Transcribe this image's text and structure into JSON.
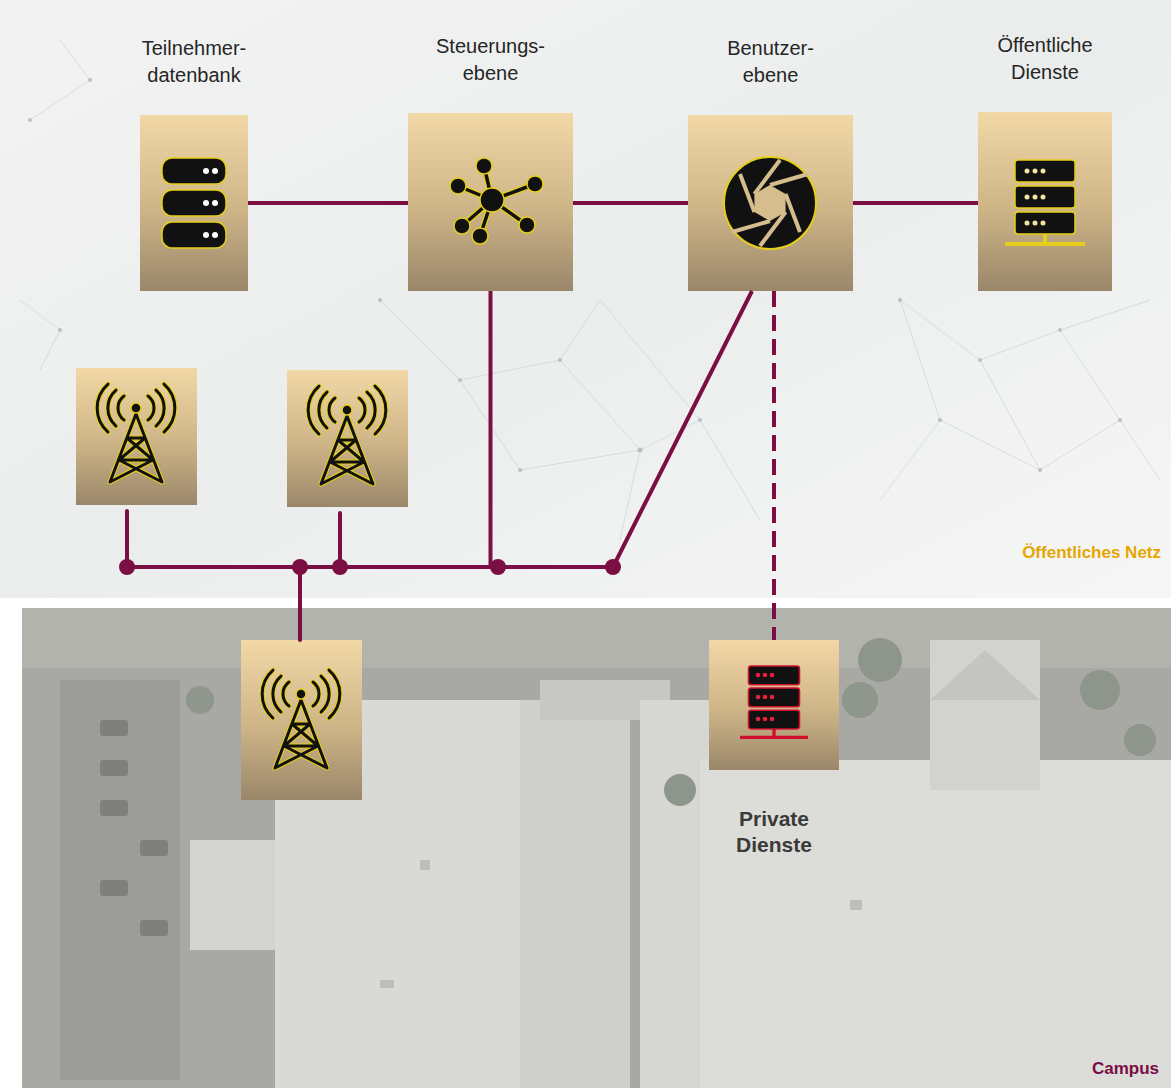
{
  "diagram": {
    "nodes": [
      {
        "text": [
          "Öffentliches Netz"
        ]
      },
      {
        "text": [
          "Teilnehmer- datenbank"
        ],
        "in": 0
      },
      {
        "text": [
          "Steuerungs- ebene"
        ],
        "in": 0
      },
      {
        "text": [
          "Benutzer- ebene"
        ],
        "in": 0
      },
      {
        "text": [
          "Öffentliche Dienste"
        ],
        "in": 0
      },
      {
        "text": [
          "Campus"
        ]
      },
      {
        "text": [
          "Private Dienste"
        ],
        "in": 5
      }
    ],
    "edges": [
      {
        "from": 1,
        "to": 2,
        "arrow": "none"
      },
      {
        "from": 2,
        "to": 3,
        "arrow": "none"
      },
      {
        "from": 3,
        "to": 4,
        "arrow": "none"
      },
      {
        "from": 2,
        "to": 3,
        "arrow": "none"
      },
      {
        "from": 3,
        "to": 6,
        "arrow": "none"
      }
    ]
  }
}
